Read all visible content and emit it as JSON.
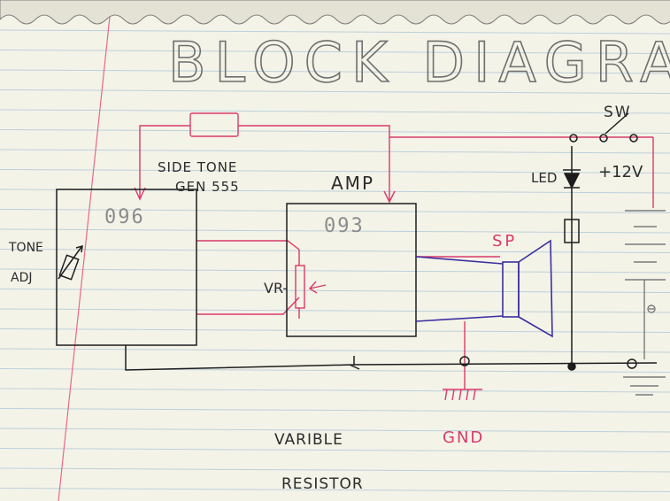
{
  "title": "BLOCK DIAGRAM",
  "labels": {
    "side_tone": "SIDE TONE",
    "gen": "GEN 555",
    "chip1": "096",
    "amp": "AMP",
    "chip2": "093",
    "tone": "TONE",
    "adj": "ADJ",
    "vr": "VR-",
    "sp": "SP",
    "sw": "SW",
    "led": "LED",
    "supply": "+12V",
    "gnd": "GND",
    "varible": "VARIBLE",
    "resistor": "RESISTOR"
  },
  "colors": {
    "paper": "#f4f3e8",
    "ruling": "#a9c6d6",
    "margin": "#e8678f",
    "red_ink": "#d83a6a",
    "black_ink": "#1d1d1d",
    "blue_ink": "#3b2fa0",
    "pencil": "#7a7a7a"
  }
}
